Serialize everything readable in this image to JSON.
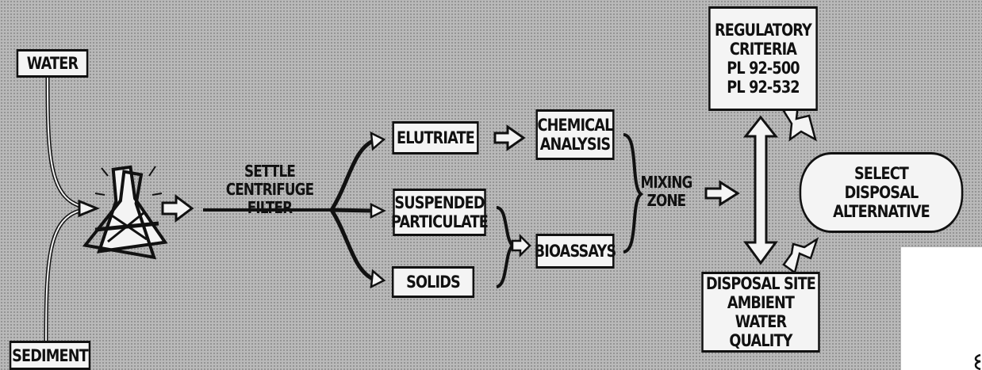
{
  "nodes": {
    "water": "WATER",
    "sediment": "SEDIMENT",
    "separation": "SETTLE\nCENTRIFUGE\nFILTER",
    "elutriate": "ELUTRIATE",
    "suspended_particulate": "SUSPENDED\nPARTICULATE",
    "solids": "SOLIDS",
    "chemical_analysis": "CHEMICAL\nANALYSIS",
    "bioassays": "BIOASSAYS",
    "mixing_zone": "MIXING\nZONE",
    "regulatory_criteria": "REGULATORY\nCRITERIA\nPL 92-500\nPL 92-532",
    "disposal_site": "DISPOSAL SITE\nAMBIENT WATER\nQUALITY",
    "select_disposal": "SELECT\nDISPOSAL\nALTERNATIVE"
  },
  "colors": {
    "ink": "#111111",
    "box_fill": "#f4f4f4",
    "background": "#b9b9b9"
  },
  "icons": [
    "mixing-flask-icon"
  ]
}
